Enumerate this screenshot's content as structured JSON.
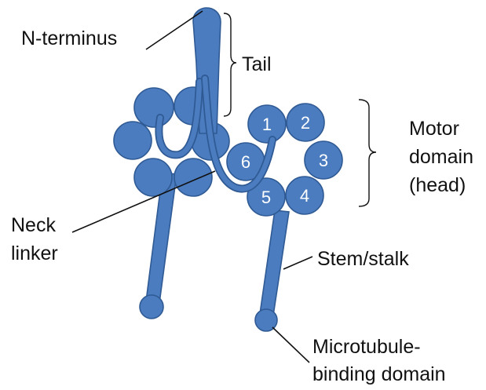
{
  "labels": {
    "n_terminus": "N-terminus",
    "tail": "Tail",
    "motor_line1": "Motor",
    "motor_line2": "domain",
    "motor_line3": "(head)",
    "neck_line1": "Neck",
    "neck_line2": "linker",
    "stem": "Stem/stalk",
    "mt_line1": "Microtubule-",
    "mt_line2": "binding domain"
  },
  "subdomains": [
    "1",
    "2",
    "3",
    "4",
    "5",
    "6"
  ],
  "colors": {
    "protein_fill": "#4a7cbf",
    "protein_outline": "#2f5a94",
    "text": "#111111"
  }
}
